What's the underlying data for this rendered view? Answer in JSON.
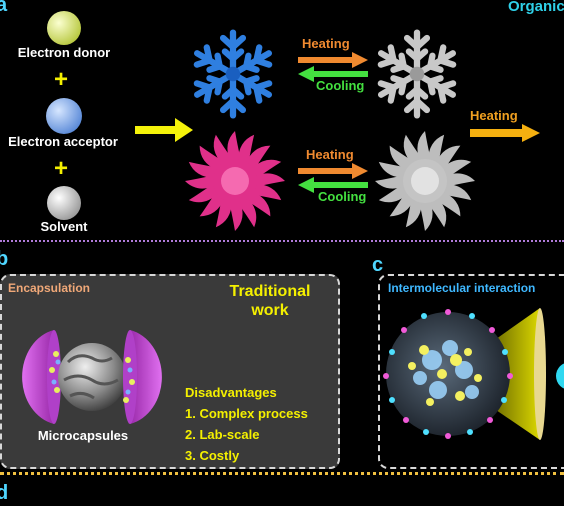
{
  "panel_a": {
    "letter": "a",
    "corner_title": "Organic",
    "components": [
      "Electron donor",
      "Electron acceptor",
      "Solvent"
    ],
    "plus_sign": "+",
    "arrows": {
      "heating": "Heating",
      "cooling": "Cooling",
      "heating_right": "Heating"
    },
    "colors": {
      "donor": "#e6f27a",
      "acceptor": "#8fb6f0",
      "solvent": "#d9d9d9",
      "snow_blue": "#2f7fe0",
      "sun_pink": "#e0308a",
      "gray": "#bdbdbd",
      "heating_arrow": "#f08a30",
      "cooling_arrow": "#44e040",
      "yellow_arrow": "#f5f20a"
    }
  },
  "panel_b": {
    "letter": "b",
    "section_title": "Encapsulation",
    "heading_line1": "Traditional",
    "heading_line2": "work",
    "caption": "Microcapsules",
    "disadvantages_title": "Disadvantages",
    "disadvantages": [
      "1.  Complex process",
      "2.  Lab-scale",
      "3.  Costly"
    ]
  },
  "panel_c": {
    "letter": "c",
    "section_title": "Intermolecular interaction"
  },
  "panel_d": {
    "letter": "d"
  }
}
